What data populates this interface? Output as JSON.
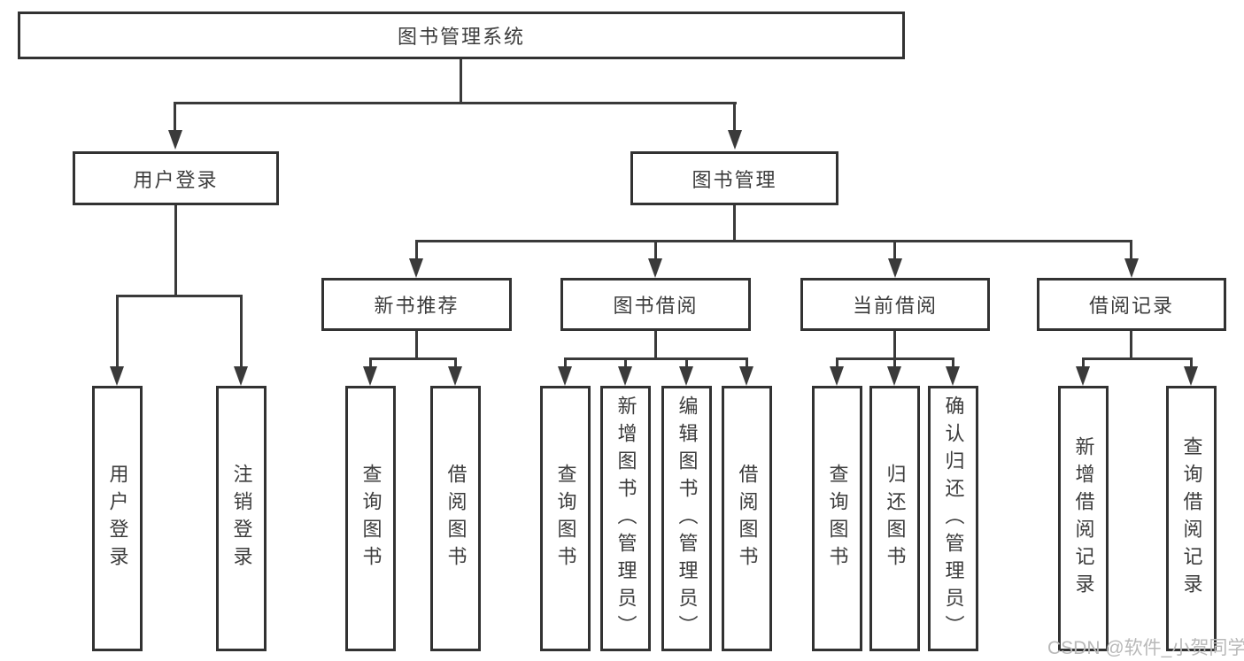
{
  "tree": {
    "root": "图书管理系统",
    "user_branch": "用户登录",
    "book_branch": "图书管理",
    "book_children": [
      "新书推荐",
      "图书借阅",
      "当前借阅",
      "借阅记录"
    ],
    "user_leaves": [
      "用户登录",
      "注销登录"
    ],
    "recommend_leaves": [
      "查询图书",
      "借阅图书"
    ],
    "borrow_leaves": [
      "查询图书",
      "新增图书（管理员）",
      "编辑图书（管理员）",
      "借阅图书"
    ],
    "current_leaves": [
      "查询图书",
      "归还图书",
      "确认归还（管理员）"
    ],
    "record_leaves": [
      "新增借阅记录",
      "查询借阅记录"
    ]
  },
  "watermark": "CSDN @软件_小贺同学",
  "colors": {
    "line": "#3a3a3a",
    "border": "#323232",
    "text": "#3c3c3c",
    "watermark": "#b9b9b9",
    "background": "#ffffff"
  }
}
